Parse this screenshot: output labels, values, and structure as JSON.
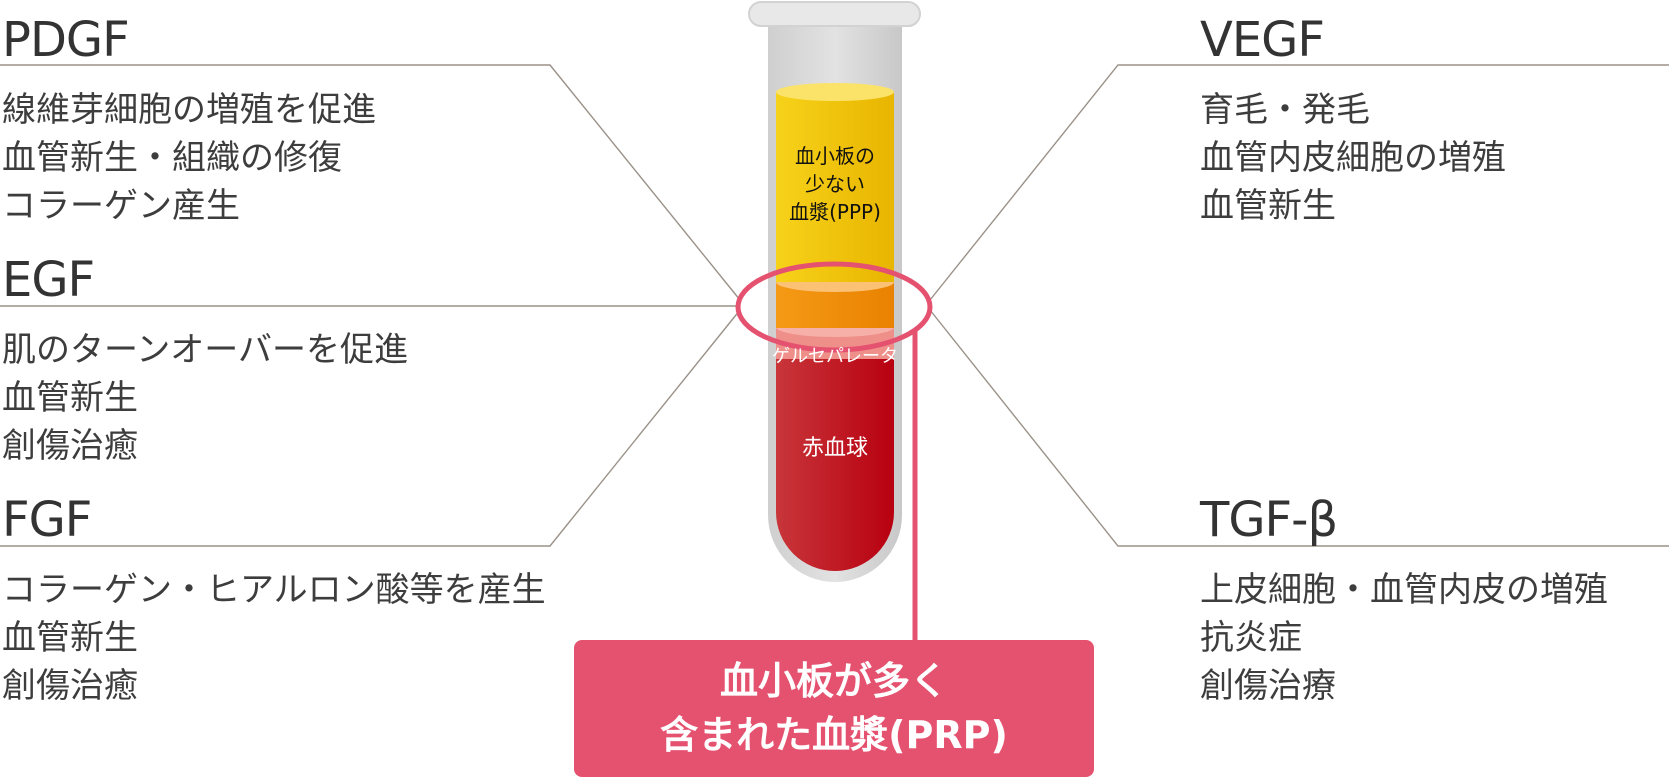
{
  "factors": [
    {
      "id": "pdgf",
      "title": "PDGF",
      "lines": [
        "線維芽細胞の増殖を促進",
        "血管新生・組織の修復",
        "コラーゲン産生"
      ]
    },
    {
      "id": "egf",
      "title": "EGF",
      "lines": [
        "肌のターンオーバーを促進",
        "血管新生",
        "創傷治癒"
      ]
    },
    {
      "id": "fgf",
      "title": "FGF",
      "lines": [
        "コラーゲン・ヒアルロン酸等を産生",
        "血管新生",
        "創傷治癒"
      ]
    },
    {
      "id": "vegf",
      "title": "VEGF",
      "lines": [
        "育毛・発毛",
        "血管内皮細胞の増殖",
        "血管新生"
      ]
    },
    {
      "id": "tgf",
      "title": "TGF-β",
      "lines": [
        "上皮細胞・血管内皮の増殖",
        "抗炎症",
        "創傷治療"
      ]
    }
  ],
  "tube": {
    "ppp_label": [
      "血小板の",
      "少ない",
      "血漿(PPP)"
    ],
    "gel_label": "ゲルセパレータ",
    "rbc_label": "赤血球"
  },
  "prp": {
    "line1": "血小板が多く",
    "line2": "含まれた血漿(PRP)"
  },
  "colors": {
    "accent": "#e5526f",
    "leader": "#9a9288",
    "plasma": "#f2c200",
    "prp_layer": "#f08a00",
    "rbc": "#c0101a"
  }
}
